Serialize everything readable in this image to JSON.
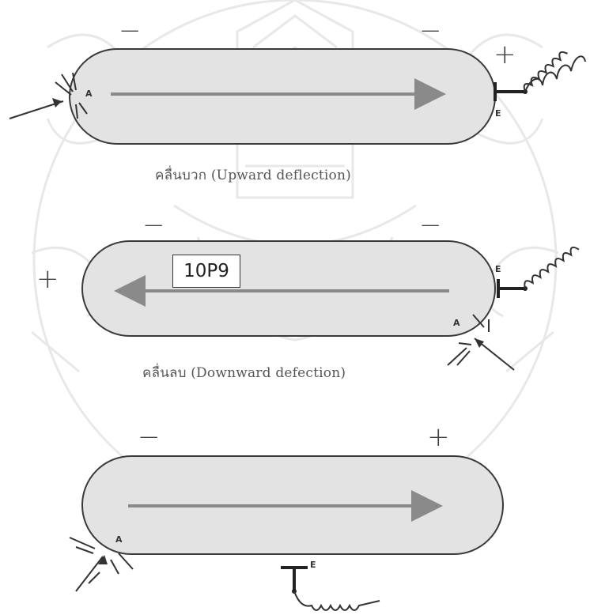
{
  "diagrams": [
    {
      "caption": "คลื่นบวก (Upward deflection)",
      "electrode_label": "E",
      "point_label": "A",
      "left_sign": "−",
      "right_sign_top": "−",
      "right_sign": "+",
      "arrow_direction": "right"
    },
    {
      "caption": "คลื่นลบ (Downward defection)",
      "electrode_label": "E",
      "point_label": "A",
      "left_sign": "+",
      "top_left_sign": "−",
      "top_right_sign": "−",
      "arrow_direction": "left",
      "tag": "10P9"
    },
    {
      "caption": "",
      "electrode_label": "E",
      "point_label": "A",
      "left_sign": "−",
      "right_sign": "+",
      "arrow_direction": "right"
    }
  ],
  "colors": {
    "capsule_fill": "#e3e3e3",
    "capsule_stroke": "#3a3a3a",
    "arrow": "#8a8a8a",
    "watermark": "#d7d7d7"
  }
}
